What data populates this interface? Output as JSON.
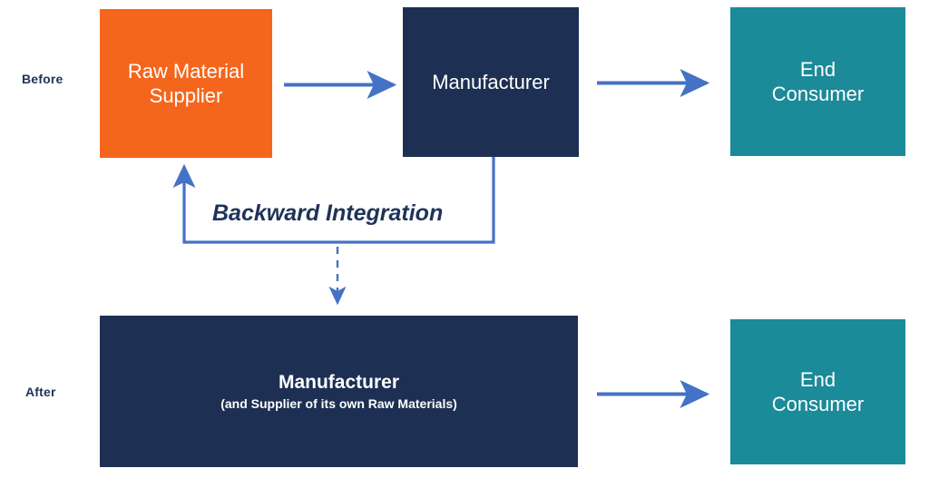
{
  "diagram": {
    "title_text": "Backward Integration",
    "rows": [
      {
        "id": "before",
        "label": "Before"
      },
      {
        "id": "after",
        "label": "After"
      }
    ],
    "nodes": {
      "before_raw_material_supplier": {
        "label": "Raw Material\nSupplier",
        "color": "#f4661c",
        "text_color": "#ffffff"
      },
      "before_manufacturer": {
        "label": "Manufacturer",
        "color": "#1d3053",
        "text_color": "#ffffff"
      },
      "before_end_consumer": {
        "label": "End\nConsumer",
        "color": "#1b8a99",
        "text_color": "#ffffff"
      },
      "after_manufacturer": {
        "label": "Manufacturer",
        "sublabel": "(and Supplier of its own Raw Materials)",
        "color": "#1d3053",
        "text_color": "#ffffff"
      },
      "after_end_consumer": {
        "label": "End\nConsumer",
        "color": "#1b8a99",
        "text_color": "#ffffff"
      }
    },
    "connectors": {
      "arrow_color": "#4472c4",
      "solid_arrow_supplier_to_manufacturer": "arrow-right-icon",
      "solid_arrow_manufacturer_to_consumer": "arrow-right-icon",
      "solid_arrow_after_manufacturer_to_consumer": "arrow-right-icon",
      "backward_integration_elbow": "arrow-up-elbow-icon",
      "transition_dashed_arrow": "arrow-down-dashed-icon"
    },
    "palette": {
      "orange": "#f4661c",
      "navy": "#1d3053",
      "teal": "#1b8a99",
      "blue_arrow": "#4472c4",
      "label_navy": "#1f3359",
      "background": "#ffffff"
    }
  }
}
